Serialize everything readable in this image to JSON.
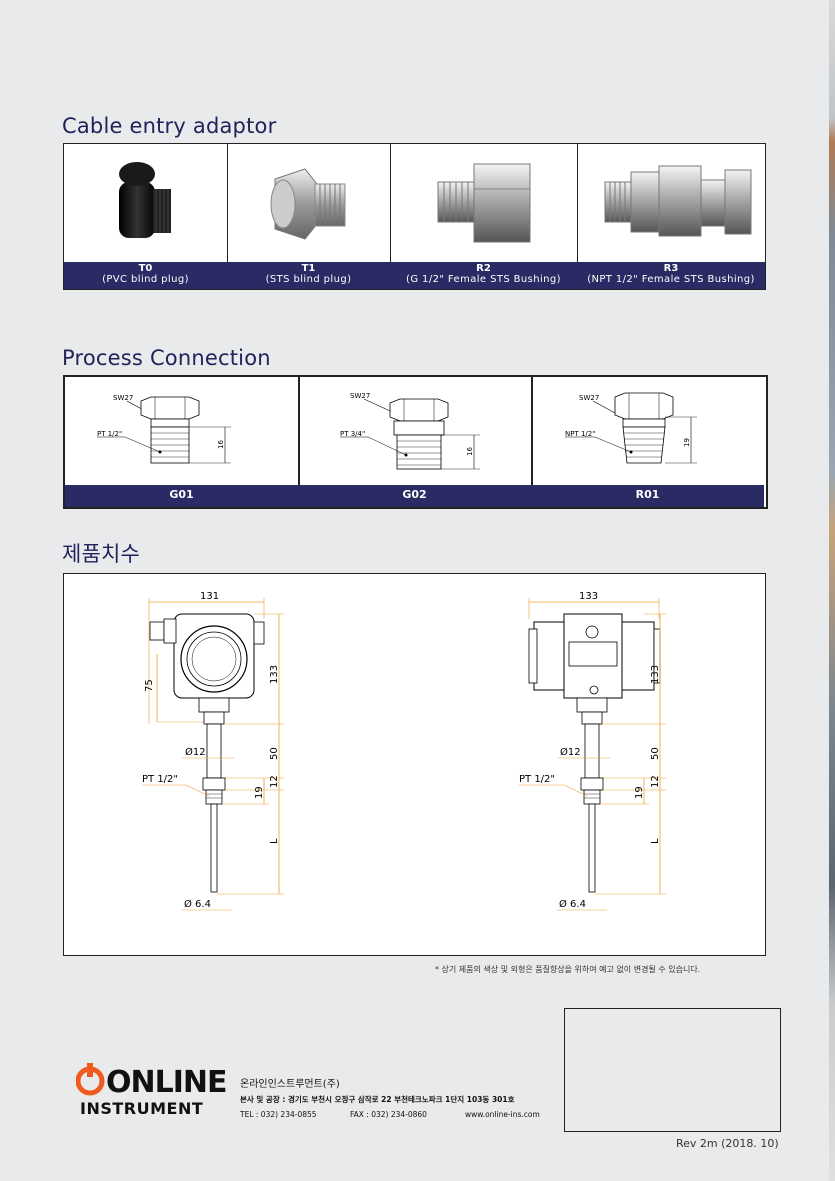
{
  "headings": {
    "cable": "Cable entry adaptor",
    "process": "Process Connection",
    "dimensions": "제품치수"
  },
  "cable_items": [
    {
      "code": "T0",
      "desc": "(PVC blind plug)"
    },
    {
      "code": "T1",
      "desc": "(STS blind plug)"
    },
    {
      "code": "R2",
      "desc": "(G 1/2\" Female STS Bushing)"
    },
    {
      "code": "R3",
      "desc": "(NPT 1/2\" Female STS Bushing)"
    }
  ],
  "process_items": [
    {
      "code": "G01",
      "sw": "SW27",
      "thread": "PT 1/2\"",
      "dim": "16"
    },
    {
      "code": "G02",
      "sw": "SW27",
      "thread": "PT 3/4\"",
      "dim": "16"
    },
    {
      "code": "R01",
      "sw": "SW27",
      "thread": "NPT 1/2\"",
      "dim": "19"
    }
  ],
  "drawing_left": {
    "width": "131",
    "height": "133",
    "head": "75",
    "stem_dia": "Ø12",
    "stem_len": "50",
    "thread": "PT 1/2\"",
    "thread_len": "12",
    "thread_total": "19",
    "probe_len": "L",
    "probe_dia": "Ø 6.4"
  },
  "drawing_right": {
    "width": "133",
    "height": "133",
    "stem_dia": "Ø12",
    "stem_len": "50",
    "thread": "PT 1/2\"",
    "thread_len": "12",
    "thread_total": "19",
    "probe_len": "L",
    "probe_dia": "Ø 6.4"
  },
  "note": "* 상기 제품의 색상 및 외형은 품질향상을 위하여 예고 없이 변경될 수 있습니다.",
  "footer": {
    "logo_line1": "ONLINE",
    "logo_line2": "INSTRUMENT",
    "company": "온라인인스트루먼트(주)",
    "address": "본사 및 공장 : 경기도 부천시 오정구 삼작로 22  부천테크노파크 1단지 103동 301호",
    "tel": "TEL : 032) 234-0855",
    "fax": "FAX : 032) 234-0860",
    "web": "www.online-ins.com",
    "revision": "Rev 2m (2018. 10)"
  },
  "colors": {
    "navy": "#2a2a64",
    "dim_orange": "#f0a030",
    "logo_orange": "#f05a1e"
  }
}
